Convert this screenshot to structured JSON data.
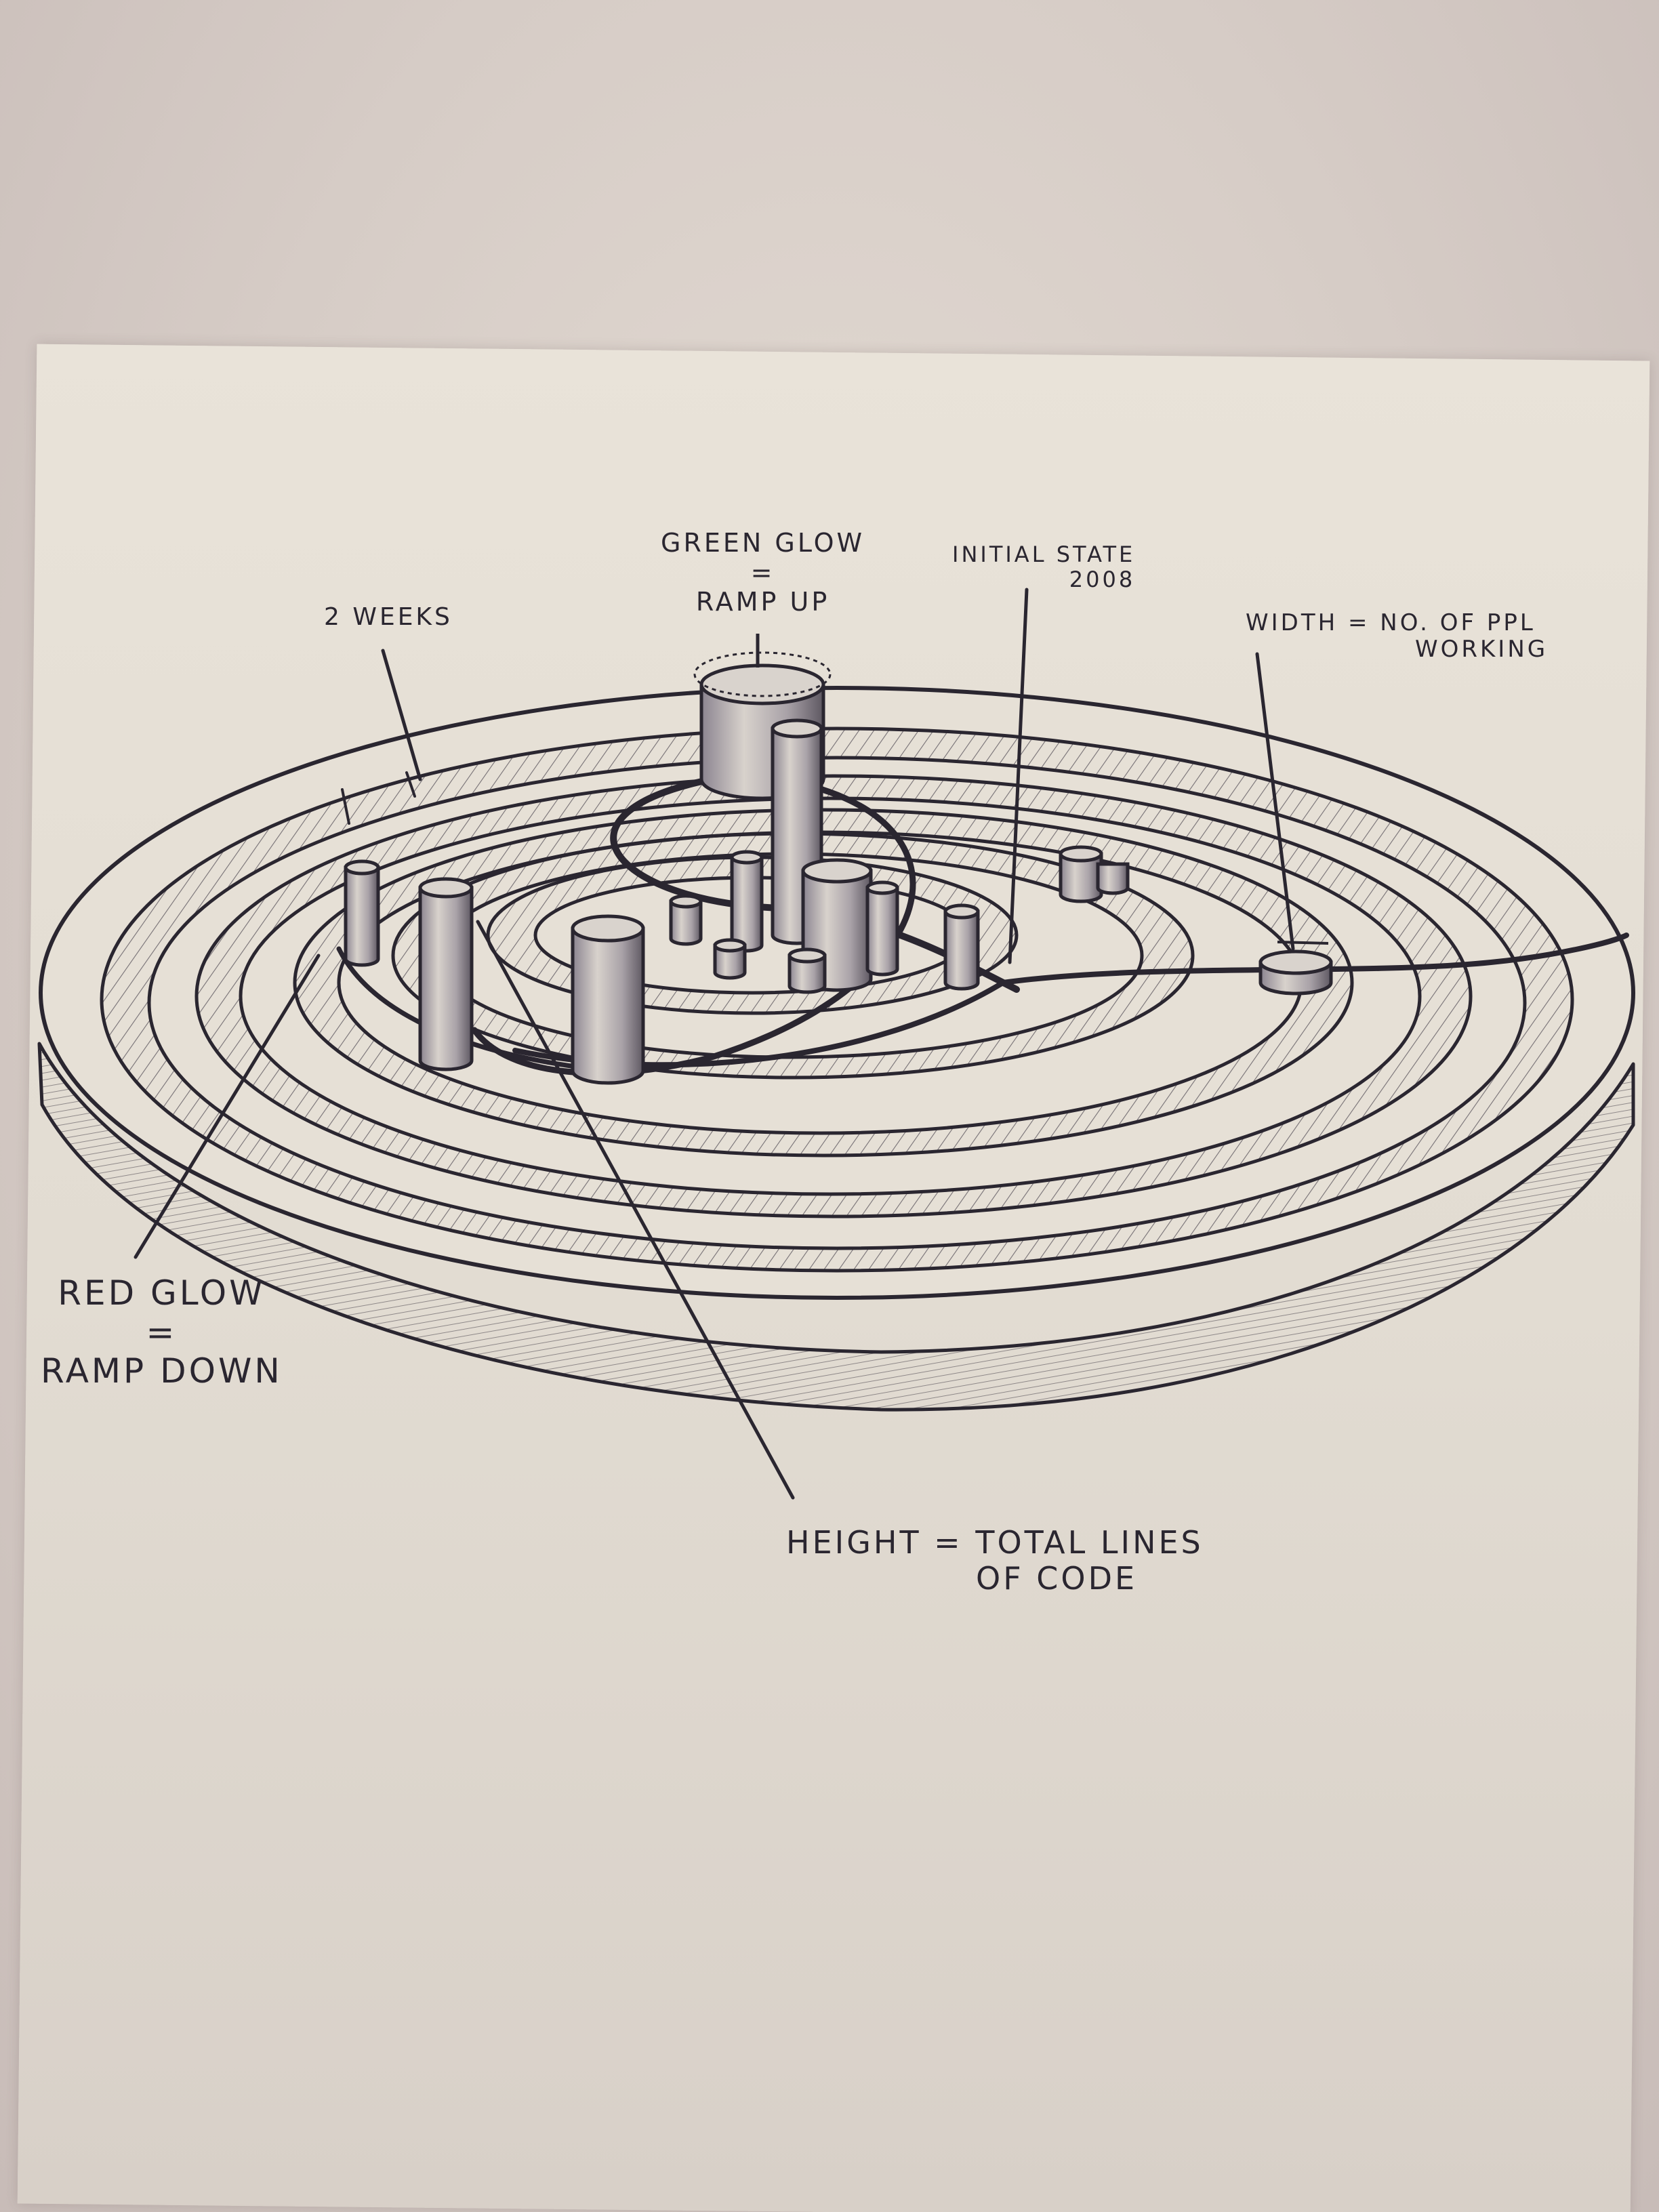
{
  "annotations": {
    "green_glow": {
      "line1": "GREEN GLOW",
      "line2": "=",
      "line3": "RAMP UP"
    },
    "initial_state": {
      "line1": "INITIAL STATE",
      "line2": "2008"
    },
    "two_weeks": "2 WEEKS",
    "width": {
      "line1": "WIDTH = NO. OF PPL",
      "line2": "WORKING"
    },
    "red_glow": {
      "line1": "RED GLOW",
      "line2": "=",
      "line3": "RAMP DOWN"
    },
    "height": {
      "line1": "HEIGHT = TOTAL LINES",
      "line2": "OF CODE"
    }
  },
  "colors": {
    "ink": "#2a2630",
    "paper": "#e6e0d6"
  }
}
